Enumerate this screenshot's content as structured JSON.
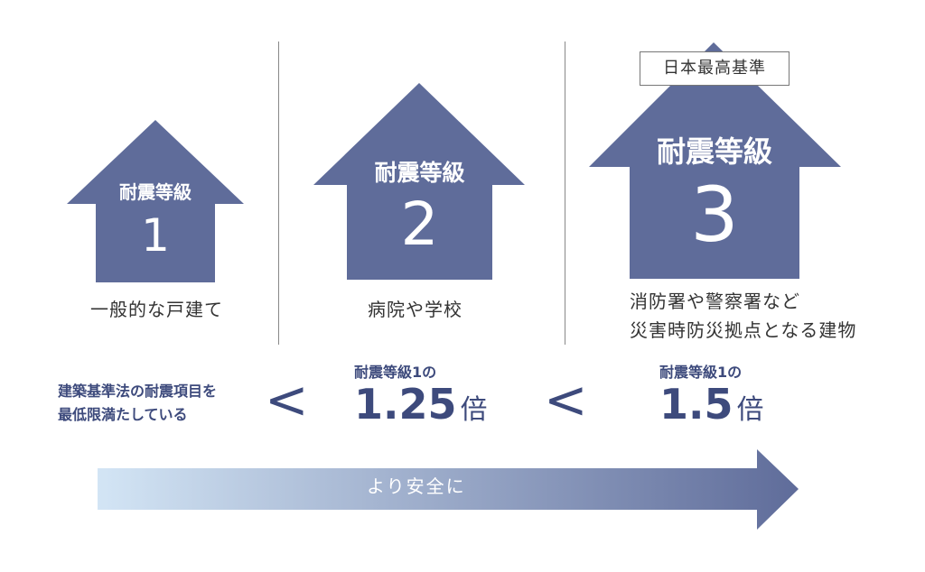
{
  "colors": {
    "house": "#5f6c9a",
    "navy": "#3d4a7c",
    "gradient_start": "#d3e5f5",
    "gradient_end": "#5f6c9a"
  },
  "badge": "日本最高基準",
  "levels": [
    {
      "label": "耐震等級",
      "number": "1",
      "caption": [
        "一般的な戸建て"
      ]
    },
    {
      "label": "耐震等級",
      "number": "2",
      "caption": [
        "病院や学校"
      ]
    },
    {
      "label": "耐震等級",
      "number": "3",
      "caption": [
        "消防署や警察署など",
        "災害時防災拠点となる建物"
      ]
    }
  ],
  "comparison": {
    "base_text": [
      "建築基準法の耐震項目を",
      "最低限満たしている"
    ],
    "less_than": "<",
    "level2": {
      "prefix": "耐震等級1の",
      "value": "1.25",
      "unit": "倍"
    },
    "level3": {
      "prefix": "耐震等級1の",
      "value": "1.5",
      "unit": "倍"
    }
  },
  "arrow_label": "より安全に"
}
